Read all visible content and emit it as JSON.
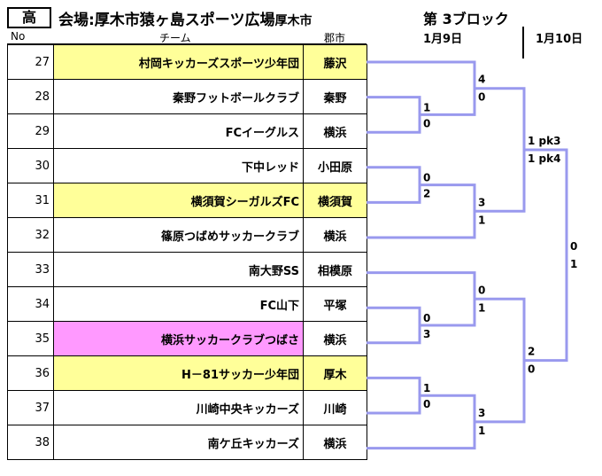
{
  "header": {
    "level": "高",
    "venue_label": "会場:厚木市猿ヶ島スポーツ広場",
    "venue_city": "厚木市",
    "block": "第 3ブロック",
    "date_round1": "1月9日",
    "date_round2": "1月10日"
  },
  "columns": {
    "no": "No",
    "team": "チーム",
    "city": "郡市"
  },
  "teams": [
    {
      "no": "27",
      "name": "村岡キッカーズスポーツ少年団",
      "city": "藤沢",
      "highlight": "yellow"
    },
    {
      "no": "28",
      "name": "秦野フットボールクラブ",
      "city": "秦野",
      "highlight": ""
    },
    {
      "no": "29",
      "name": "FCイーグルス",
      "city": "横浜",
      "highlight": ""
    },
    {
      "no": "30",
      "name": "下中レッド",
      "city": "小田原",
      "highlight": ""
    },
    {
      "no": "31",
      "name": "横須賀シーガルズFC",
      "city": "横須賀",
      "highlight": "yellow"
    },
    {
      "no": "32",
      "name": "篠原つばめサッカークラブ",
      "city": "横浜",
      "highlight": ""
    },
    {
      "no": "33",
      "name": "南大野SS",
      "city": "相模原",
      "highlight": ""
    },
    {
      "no": "34",
      "name": "FC山下",
      "city": "平塚",
      "highlight": ""
    },
    {
      "no": "35",
      "name": "横浜サッカークラブつばさ",
      "city": "横浜",
      "highlight": "pink"
    },
    {
      "no": "36",
      "name": "H－81サッカー少年団",
      "city": "厚木",
      "highlight": "yellow"
    },
    {
      "no": "37",
      "name": "川崎中央キッカーズ",
      "city": "川崎",
      "highlight": ""
    },
    {
      "no": "38",
      "name": "南ケ丘キッカーズ",
      "city": "横浜",
      "highlight": ""
    }
  ],
  "scores": {
    "m1a": "1",
    "m1b": "0",
    "m2a": "0",
    "m2b": "2",
    "m3a": "0",
    "m3b": "3",
    "m4a": "1",
    "m4b": "0",
    "m5a": "4",
    "m5b": "0",
    "m6a": "3",
    "m6b": "1",
    "m7a": "0",
    "m7b": "1",
    "m8a": "3",
    "m8b": "1",
    "sf1a": "1 pk3",
    "sf1b": "1 pk4",
    "sf2a": "2",
    "sf2b": "0",
    "fa": "0",
    "fb": "1"
  },
  "colors": {
    "line": "#9999ee",
    "yellow": "#ffff99",
    "pink": "#ff99ff"
  }
}
